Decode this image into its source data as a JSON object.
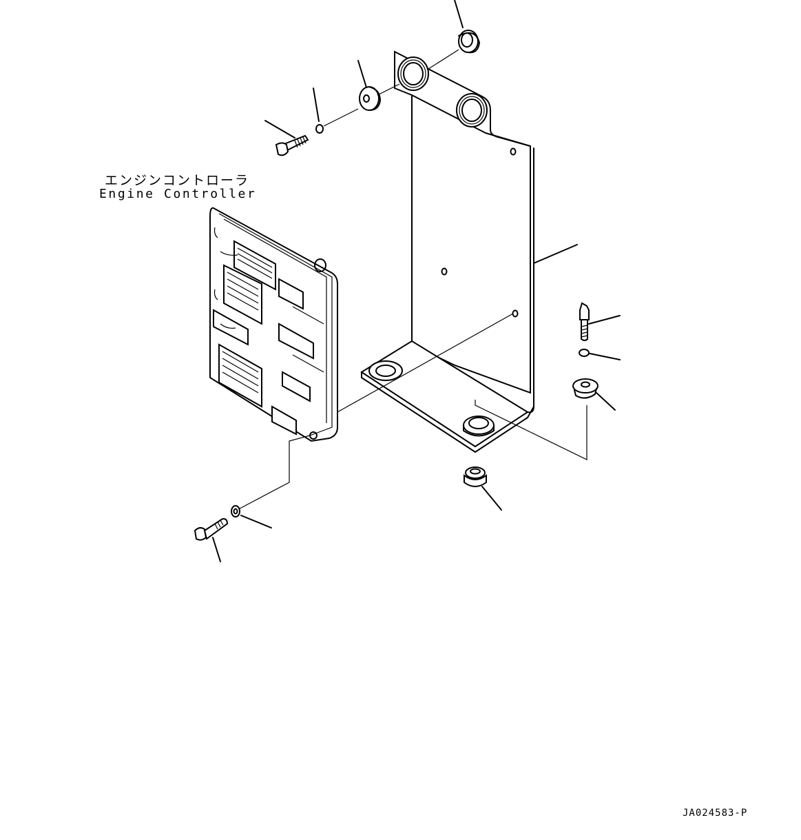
{
  "labels": {
    "controller_jp": "エンジンコントローラ",
    "controller_en": "Engine Controller",
    "drawing_number": "JA024583-P"
  },
  "colors": {
    "line": "#000000",
    "background": "#ffffff"
  }
}
